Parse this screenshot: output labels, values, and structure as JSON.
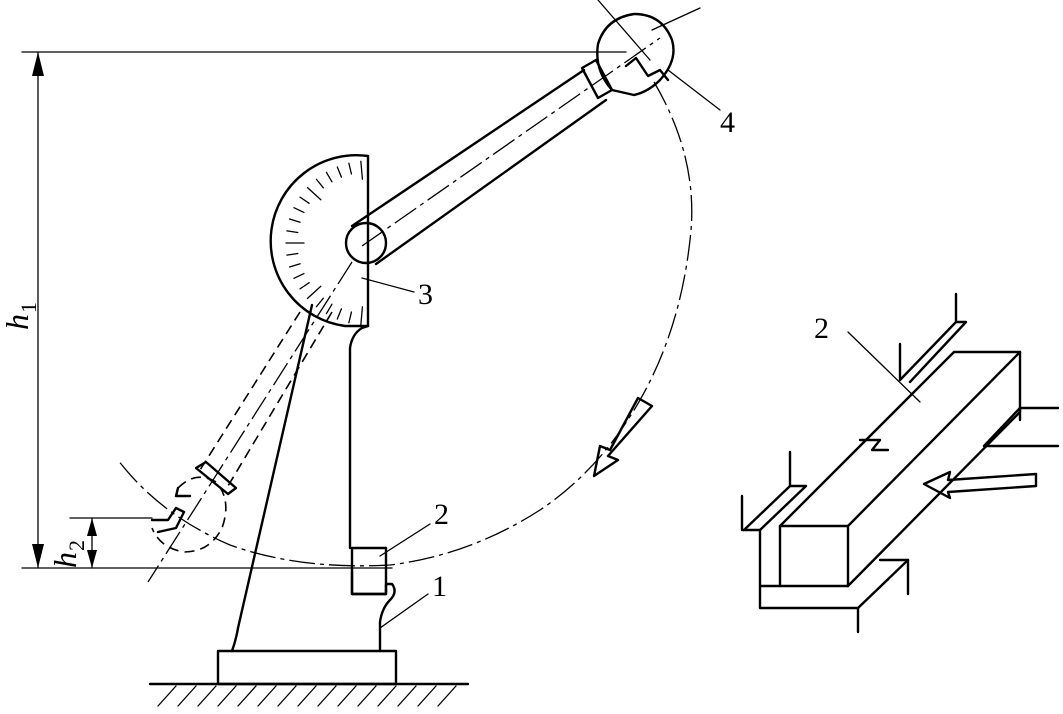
{
  "labels": {
    "part1": "1",
    "part2": "2",
    "part3": "3",
    "part4": "4",
    "detail_part2": "2",
    "h1_main": "h",
    "h1_sub": "1",
    "h2_main": "h",
    "h2_sub": "2"
  }
}
